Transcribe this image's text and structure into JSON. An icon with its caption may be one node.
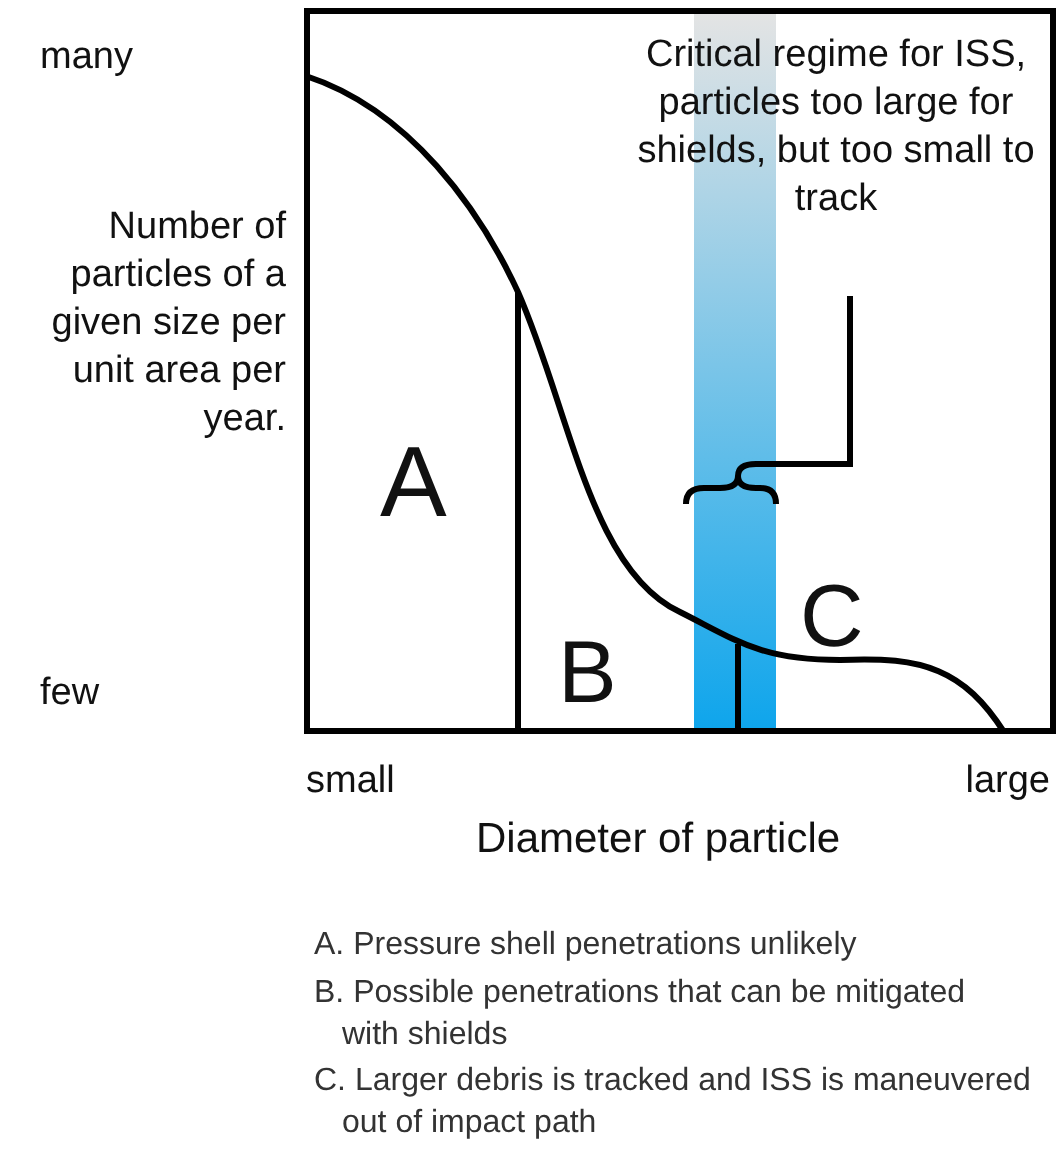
{
  "diagram": {
    "nodes": [
      {
        "text": [
          "Critical regime for ISS, particles too large for shields, but too small to track"
        ]
      },
      {
        "text": [],
        "shape": "bar"
      }
    ],
    "edges": [
      {
        "from": 0,
        "to": 1,
        "arrow": "none"
      }
    ],
    "labels": [
      "many",
      "Number of particles of a given size per unit area per year.",
      "few",
      "A",
      "B",
      "C",
      "small",
      "large",
      "Diameter of particle",
      "A. Pressure shell penetrations unlikely",
      "B. Possible penetrations that can be mitigated with shields",
      "C. Larger debris is tracked and ISS is maneuvered out of impact path"
    ]
  }
}
